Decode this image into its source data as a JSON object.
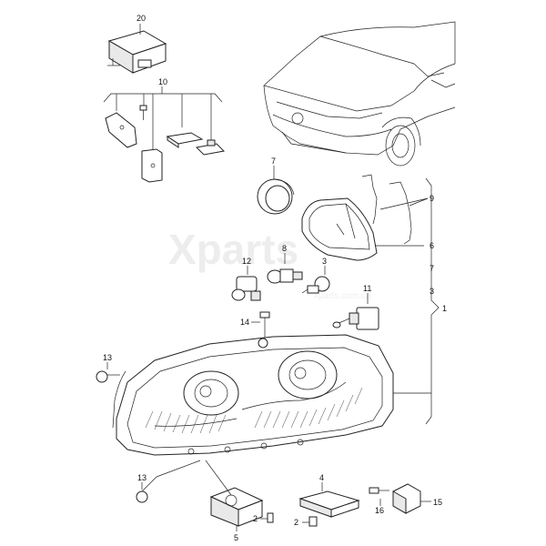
{
  "watermark": {
    "brand": "Xparts",
    "domain": "xparts.com.ua"
  },
  "callouts": {
    "c20": "20",
    "c10": "10",
    "c7a": "7",
    "c9": "9",
    "c6": "6",
    "c7b": "7",
    "c3a": "3",
    "c1": "1",
    "c8": "8",
    "c12": "12",
    "c3b": "3",
    "c11": "11",
    "c14": "14",
    "c13a": "13",
    "c13b": "13",
    "c4": "4",
    "c5": "5",
    "c2a": "2",
    "c2b": "2",
    "c16": "16",
    "c15": "15"
  }
}
